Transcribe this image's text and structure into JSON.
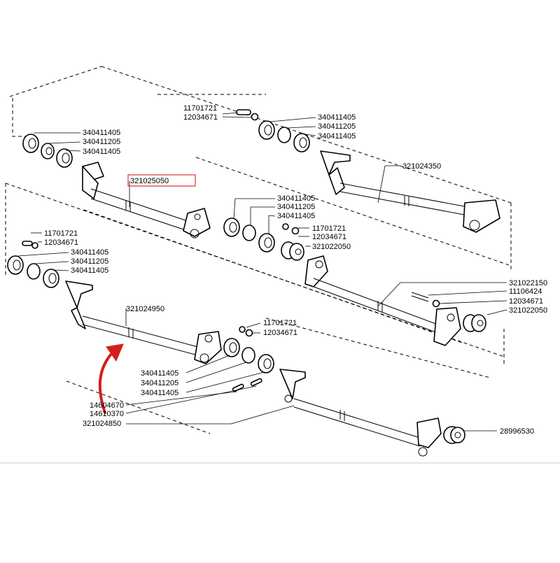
{
  "title": "Exploded parts diagram - shafts and cranks",
  "colors": {
    "highlight": "#e03030",
    "arrow": "#d41e1e",
    "ink": "#000000",
    "bottom_rule": "#cccccc"
  },
  "labels": {
    "tl_1": "340411405",
    "tl_2": "340411205",
    "tl_3": "340411405",
    "tc_1": "11701721",
    "tc_2": "12034671",
    "tr_1": "340411405",
    "tr_2": "340411205",
    "tr_3": "340411405",
    "shaft_top_right": "321024350",
    "shaft_highlighted": "321025050",
    "mid_1": "340411405",
    "mid_2": "340411205",
    "mid_3": "340411405",
    "mid_4": "11701721",
    "mid_5": "12034671",
    "mid_6": "321022050",
    "left_1": "11701721",
    "left_2": "12034671",
    "left_3": "340411405",
    "left_4": "340411205",
    "left_5": "340411405",
    "right_1": "321022150",
    "right_2": "11106424",
    "right_3": "12034671",
    "right_4": "321022050",
    "shaft_left": "321024950",
    "lc_1": "11701721",
    "lc_2": "12034671",
    "lb_1": "340411405",
    "lb_2": "340411205",
    "lb_3": "340411405",
    "lb_4": "14604670",
    "lb_5": "14610370",
    "lb_6": "321024850",
    "br_1": "28996530"
  }
}
